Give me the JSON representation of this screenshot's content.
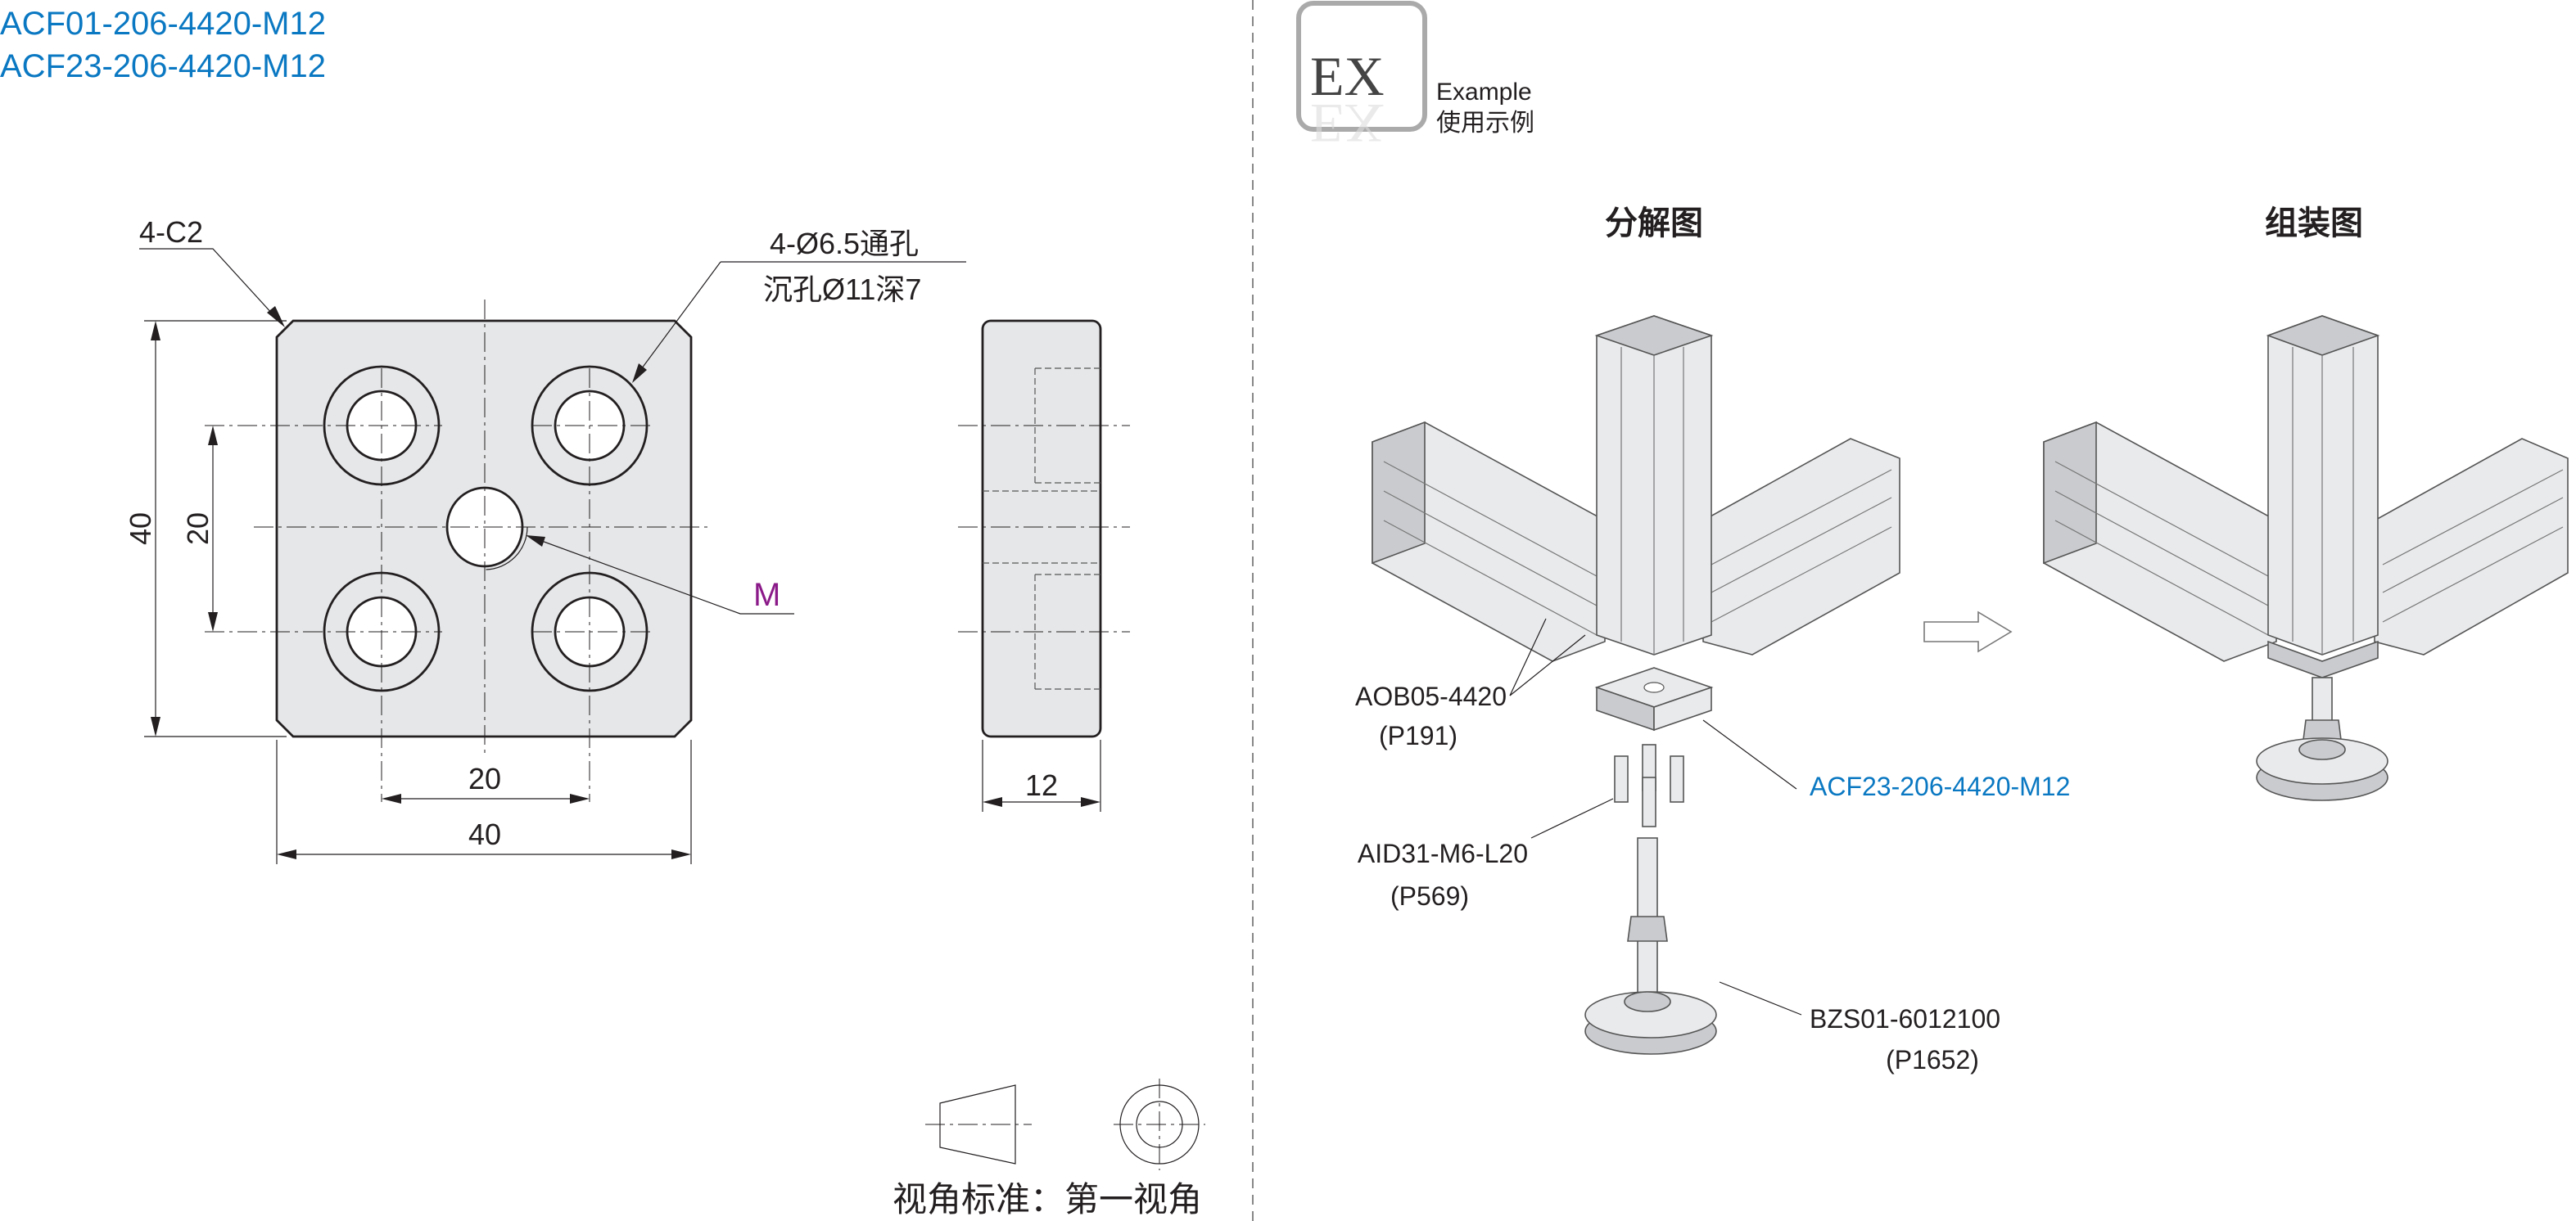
{
  "part_numbers": [
    "ACF01-206-4420-M12",
    "ACF23-206-4420-M12"
  ],
  "dimensions": {
    "chamfer": "4-C2",
    "hole_line1": "4-Ø6.5通孔",
    "hole_line2": "沉孔Ø11深7",
    "thread": "M",
    "height_total": "40",
    "height_pitch": "20",
    "width_pitch": "20",
    "width_total": "40",
    "thickness": "12"
  },
  "projection": {
    "label": "视角标准：第一视角"
  },
  "example": {
    "icon_text": "EX",
    "label_en": "Example",
    "label_cn": "使用示例"
  },
  "views": {
    "exploded": "分解图",
    "assembled": "组装图"
  },
  "callouts": {
    "profile": "AOB05-4420",
    "profile_page": "(P191)",
    "plate": "ACF23-206-4420-M12",
    "screw": "AID31-M6-L20",
    "screw_page": "(P569)",
    "foot": "BZS01-6012100",
    "foot_page": "(P1652)"
  },
  "colors": {
    "part_number": "#0a78c2",
    "thread_label": "#8b1a89"
  }
}
